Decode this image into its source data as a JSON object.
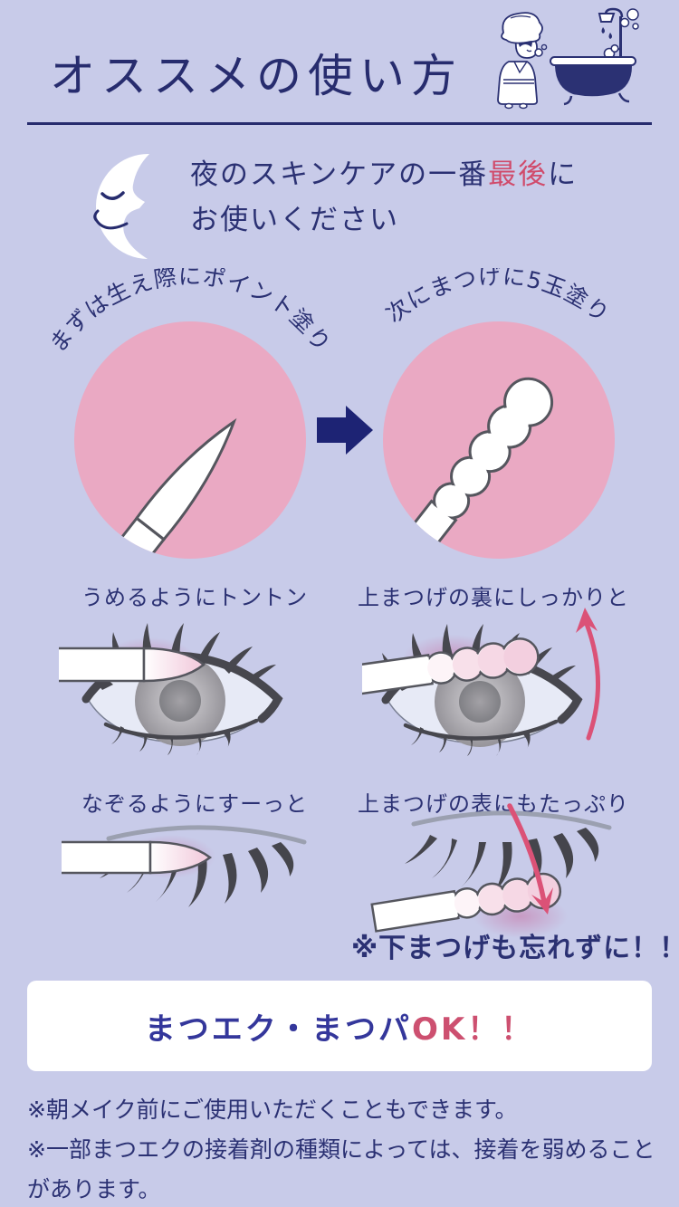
{
  "colors": {
    "background": "#c8cbe9",
    "navy_text": "#2b3173",
    "title_navy": "#272c6e",
    "pink_accent": "#d04b6b",
    "circle_pink": "#eaa9c3",
    "arrow_navy": "#1d2374",
    "arrow_pink": "#db5277",
    "box_white": "#ffffff"
  },
  "header": {
    "title": "オススメの使い方"
  },
  "moon_section": {
    "line1_pre": "夜のスキンケアの一番",
    "line1_accent": "最後",
    "line1_post": "に",
    "line2": "お使いください"
  },
  "usage_circles": {
    "circle1_label": "まずは生え際にポイント塗り",
    "circle2_label": "次にまつげに5玉塗り"
  },
  "steps": {
    "step1_label": "うめるようにトントン",
    "step2_label": "上まつげの裏にしっかりと",
    "step3_label": "なぞるようにすーっと",
    "step4_label": "上まつげの表にもたっぷり",
    "lower_lash_note": "※下まつげも忘れずに！！"
  },
  "ok_box": {
    "text_navy": "まつエク・まつパ",
    "text_pink": "OK！！"
  },
  "footer": {
    "note1": "※朝メイク前にご使用いただくこともできます。",
    "note2": "※一部まつエクの接着剤の種類によっては、接着を弱めることがあります。"
  },
  "icons": {
    "moon": "sleeping-crescent-moon-icon",
    "bath": "person-and-bathtub-illustration",
    "arrow_right": "right-arrow-icon",
    "applicator_pointed": "pointed-tip-applicator",
    "applicator_beaded": "beaded-tip-applicator",
    "eye_open": "open-eye-illustration",
    "eye_closed": "closed-eye-illustration"
  }
}
